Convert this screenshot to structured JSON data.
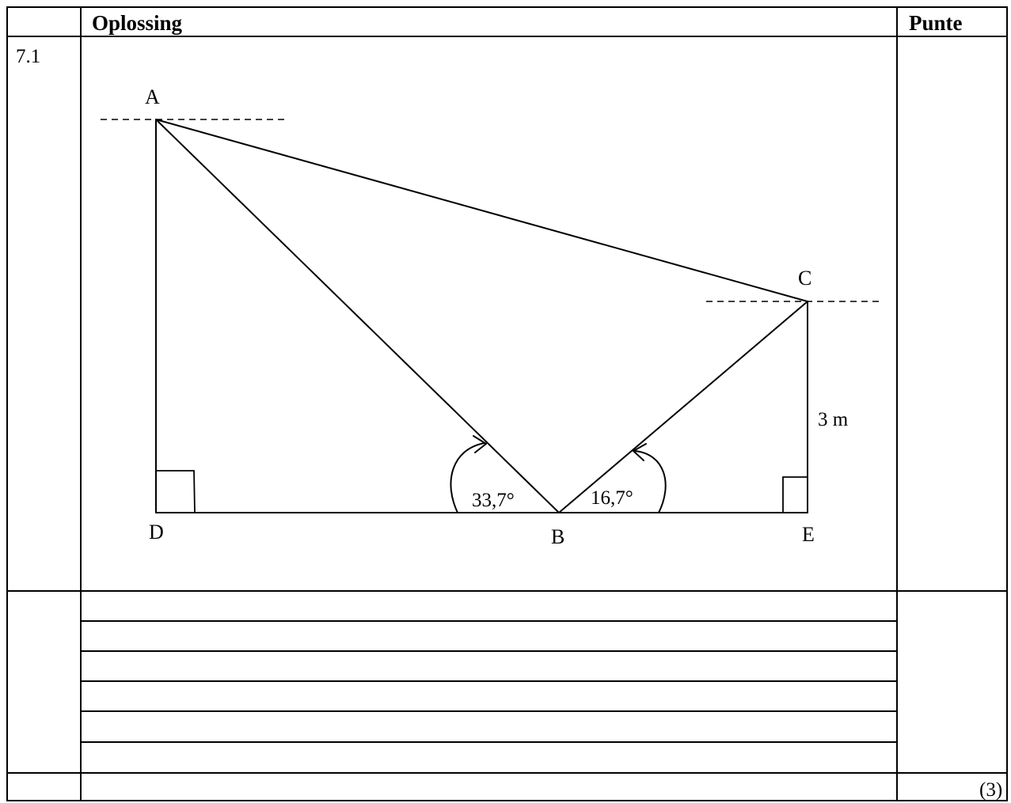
{
  "table": {
    "header_solution": "Oplossing",
    "header_points": "Punte",
    "question_number": "7.1",
    "total_marks": "(3)",
    "answer_line_count": 6
  },
  "diagram": {
    "labels": {
      "A": "A",
      "B": "B",
      "C": "C",
      "D": "D",
      "E": "E"
    },
    "angle_ABD": "33,7°",
    "angle_CBE": "16,7°",
    "length_CE": "3 m"
  }
}
